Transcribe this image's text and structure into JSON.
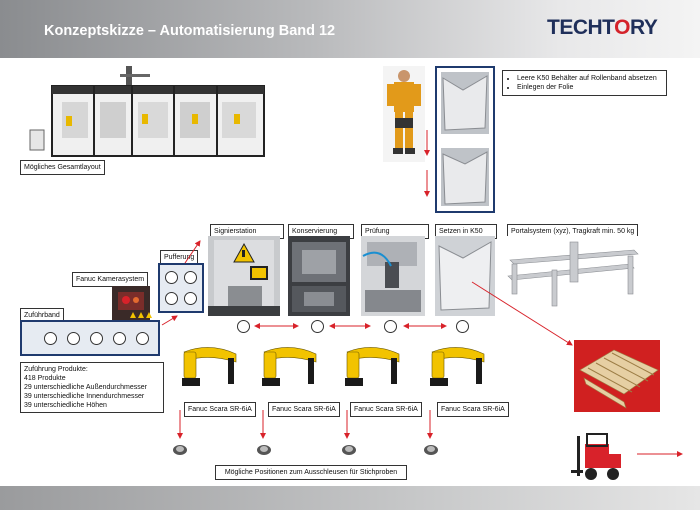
{
  "header": {
    "title": "Konzeptskizze – Automatisierung Band 12",
    "logo_left": "TECHT",
    "logo_mid": "O",
    "logo_right": "RY",
    "brand_color": "#1f2f5a",
    "accent_color": "#d4222a"
  },
  "labels": {
    "layout": "Mögliches Gesamtlayout",
    "bullets": [
      "Leere K50 Behälter auf Rollenband absetzen",
      "Einlegen der Folie"
    ],
    "signierstation": "Signierstation",
    "konservierung": "Konservierung",
    "pruefung": "Prüfung",
    "setzen": "Setzen in K50",
    "portal": "Portalsystem (xyz), Tragkraft min. 50 kg",
    "pufferung": "Pufferung",
    "kamera": "Fanuc Kamerasystem",
    "zufuehrband": "Zuführband",
    "robot": "Fanuc Scara SR-6iA",
    "ausschleusen": "Mögliche Positionen zum Ausschleusen für Stichproben"
  },
  "zufuehrung": {
    "title": "Zuführung Produkte:",
    "lines": [
      "418 Produkte",
      "29 unterschiedliche Außendurchmesser",
      "39 unterschiedliche Innendurchmesser",
      "39 unterschiedliche Höhen"
    ]
  },
  "robots": [
    "Fanuc Scara SR-6iA",
    "Fanuc Scara SR-6iA",
    "Fanuc Scara SR-6iA",
    "Fanuc Scara SR-6iA"
  ],
  "colors": {
    "flow_arrow": "#d8222a",
    "box_blue": "#1f3a6e",
    "robot_yellow": "#f2c300"
  }
}
